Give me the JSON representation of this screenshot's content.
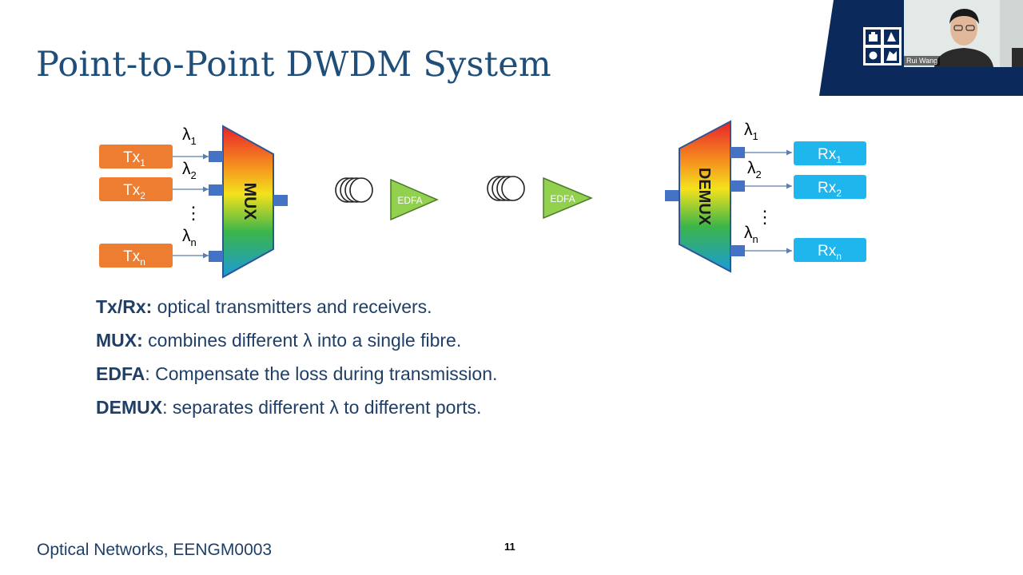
{
  "slide": {
    "title": "Point-to-Point DWDM System",
    "footer": "Optical Networks, EENGM0003",
    "page_number": "11"
  },
  "video": {
    "participant_name": "Rui Wang"
  },
  "diagram": {
    "tx": [
      {
        "base": "Tx",
        "sub": "1"
      },
      {
        "base": "Tx",
        "sub": "2"
      },
      {
        "base": "Tx",
        "sub": "n"
      }
    ],
    "rx": [
      {
        "base": "Rx",
        "sub": "1"
      },
      {
        "base": "Rx",
        "sub": "2"
      },
      {
        "base": "Rx",
        "sub": "n"
      }
    ],
    "lambda_symbol": "λ",
    "lambda_subs": [
      "1",
      "2",
      "n"
    ],
    "ellipsis": "⋮",
    "mux_label": "MUX",
    "demux_label": "DEMUX",
    "amp_label": "EDFA",
    "colors": {
      "tx_fill": "#ed7d31",
      "rx_fill": "#1fb6ee",
      "port_fill": "#4472c4",
      "amp_fill": "#92d050",
      "title": "#1f4e79",
      "banner": "#0b2a5b"
    }
  },
  "descriptions": [
    {
      "term": "Tx/Rx:",
      "text": " optical transmitters and receivers."
    },
    {
      "term": "MUX:",
      "text": " combines different λ into a single fibre."
    },
    {
      "term": "EDFA",
      "text": ": Compensate the loss during transmission."
    },
    {
      "term": "DEMUX",
      "text": ": separates different λ to different ports."
    }
  ]
}
